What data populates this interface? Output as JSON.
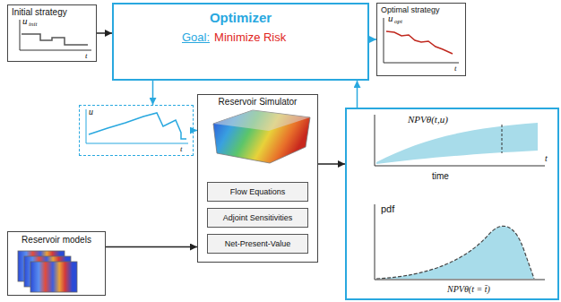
{
  "diagram": {
    "nodes": [
      {
        "text": [
          "Initial strategy",
          "u",
          "init",
          "t"
        ]
      },
      {
        "text": [
          "Optimizer",
          "Goal:",
          "Minimize Risk"
        ]
      },
      {
        "text": [
          "Optimal strategy",
          "u",
          "opt",
          "t"
        ]
      },
      {
        "text": [
          "u",
          "t"
        ]
      },
      {
        "text": [
          "Reservoir models"
        ]
      },
      {
        "text": [
          "Reservoir Simulator"
        ]
      },
      {
        "text": [
          "Flow Equations"
        ],
        "in": 5
      },
      {
        "text": [
          "Adjoint Sensitivities"
        ],
        "in": 5
      },
      {
        "text": [
          "Net-Present-Value"
        ],
        "in": 5
      },
      {
        "text": [
          "NPVθ(t,u)",
          "time",
          "t",
          "pdf",
          "NPVθ(t = t̄)"
        ]
      }
    ],
    "edges": [
      {
        "from": 0,
        "to": 1,
        "arrow": "to"
      },
      {
        "from": 1,
        "to": 2,
        "arrow": "to"
      },
      {
        "from": 1,
        "to": 3,
        "arrow": "to"
      },
      {
        "from": 3,
        "to": 5,
        "arrow": "to"
      },
      {
        "from": 4,
        "to": 5,
        "arrow": "to"
      },
      {
        "from": 5,
        "to": 9,
        "arrow": "to"
      },
      {
        "from": 9,
        "to": 1,
        "arrow": "to"
      }
    ]
  }
}
